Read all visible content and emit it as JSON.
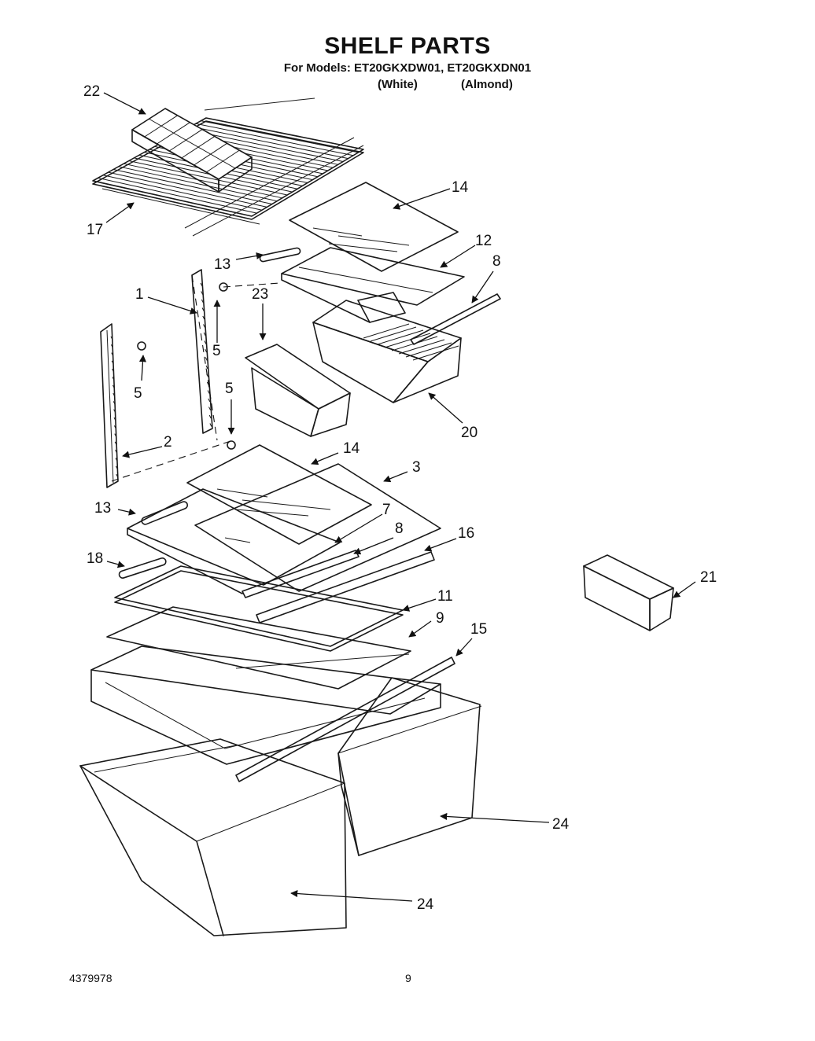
{
  "header": {
    "title": "SHELF PARTS",
    "models_line": "For Models: ET20GKXDW01, ET20GKXDN01",
    "variant_white": "(White)",
    "variant_almond": "(Almond)"
  },
  "callouts": {
    "c22": "22",
    "c17": "17",
    "c14a": "14",
    "c12": "12",
    "c13a": "13",
    "c8a": "8",
    "c1": "1",
    "c23": "23",
    "c5a": "5",
    "c5b": "5",
    "c5c": "5",
    "c20": "20",
    "c2": "2",
    "c14b": "14",
    "c3": "3",
    "c13b": "13",
    "c7": "7",
    "c8b": "8",
    "c16": "16",
    "c18": "18",
    "c21": "21",
    "c11": "11",
    "c9": "9",
    "c15": "15",
    "c24a": "24",
    "c24b": "24"
  },
  "footer": {
    "doc_number": "4379978",
    "page_number": "9"
  }
}
